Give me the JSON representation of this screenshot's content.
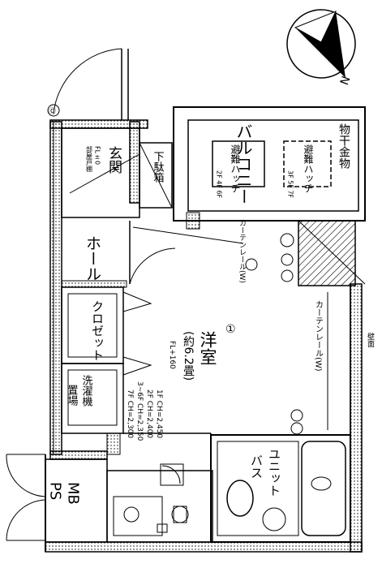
{
  "rooms": {
    "entrance": "玄関",
    "entrance_level": "FL±0",
    "entrance_note": "部屋戸棚",
    "shoe_box": "下駄箱",
    "hall": "ホール",
    "closet": "クロゼット",
    "laundry_line1": "洗濯機",
    "laundry_line2": "置場",
    "main_room": "洋室",
    "main_room_size": "(約6.2畳)",
    "main_room_level": "FL+160",
    "ceiling_1f": "1F CH=2,450",
    "ceiling_2f": "2F CH=2,400",
    "ceiling_3_6f": "3~6F CH=2,350",
    "ceiling_7f": "7F CH=2,300",
    "unit_bath_line1": "ユニット",
    "unit_bath_line2": "バス",
    "mb": "MB",
    "ps": "PS",
    "curtain_rail_w_small": "カーテンレール(W)",
    "curtain_rail_w_main": "カーテンレール(W)",
    "balcony_main": "バルコニー",
    "balcony_hatch": "避難ハッチ",
    "balcony_floors": "2F 4F 6F",
    "storage_box": "物干金物",
    "storage_hatch": "避難ハッチ",
    "storage_floors": "3F 5F 7F",
    "side_note": "壁面",
    "grid_mark": "Ⓒ",
    "grid_mark2": "①",
    "compass": "N"
  },
  "colors": {
    "line": "#000000",
    "background": "#ffffff"
  },
  "icons": [
    "compass-icon",
    "door-swing-icon",
    "toilet-icon",
    "washbasin-icon",
    "outlet-icon",
    "tv-outlet-icon"
  ]
}
